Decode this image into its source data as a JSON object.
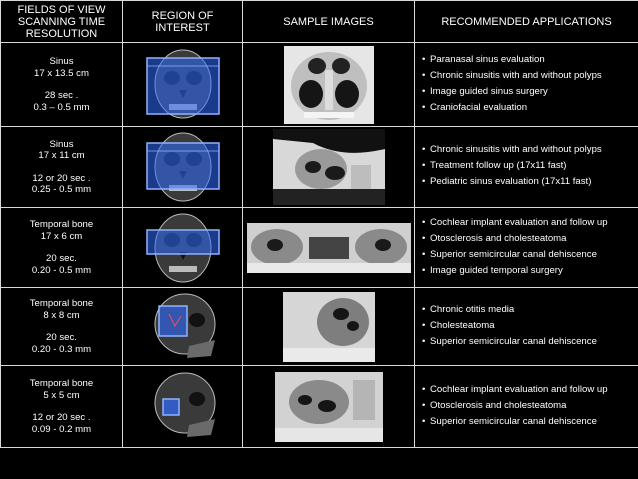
{
  "headers": {
    "fov": [
      "FIELDS OF VIEW",
      "SCANNING TIME",
      "RESOLUTION"
    ],
    "roi": [
      "REGION OF",
      "INTEREST"
    ],
    "samples": "SAMPLE IMAGES",
    "apps": "RECOMMENDED APPLICATIONS"
  },
  "rows": [
    {
      "name": "Sinus",
      "size": "17 x 13.5 cm",
      "time": "28 sec .",
      "res": "0.3 – 0.5 mm",
      "apps": [
        "Paranasal sinus evaluation",
        "Chronic sinusitis with and without polyps",
        "Image guided sinus surgery",
        "Craniofacial evaluation"
      ]
    },
    {
      "name": "Sinus",
      "size": "17 x 11 cm",
      "time": "12 or 20 sec   .",
      "res": "0.25 - 0.5 mm",
      "apps": [
        "Chronic sinusitis with and without polyps",
        "Treatment follow up (17x11 fast)",
        "Pediatric sinus evaluation (17x11 fast)"
      ]
    },
    {
      "name": "Temporal bone",
      "size": "17 x 6 cm",
      "time": "20 sec.",
      "res": "0.20 - 0.5 mm",
      "apps": [
        "Cochlear implant evaluation and follow up",
        "Otosclerosis and cholesteatoma",
        "Superior semicircular canal dehiscence",
        "Image guided temporal surgery"
      ]
    },
    {
      "name": "Temporal bone",
      "size": "8 x 8 cm",
      "time": "20 sec.",
      "res": "0.20 - 0.3 mm",
      "apps": [
        "Chronic otitis media",
        "Cholesteatoma",
        "Superior semicircular canal dehiscence"
      ]
    },
    {
      "name": "Temporal bone",
      "size": "5 x 5 cm",
      "time": "12 or 20 sec   .",
      "res": "0.09 - 0.2 mm",
      "apps": [
        "Cochlear implant evaluation and follow up",
        "Otosclerosis and cholesteatoma",
        "Superior semicircular canal dehiscence"
      ]
    }
  ],
  "colors": {
    "roi_box": "#2f6bff",
    "border": "#d9d9d9"
  }
}
